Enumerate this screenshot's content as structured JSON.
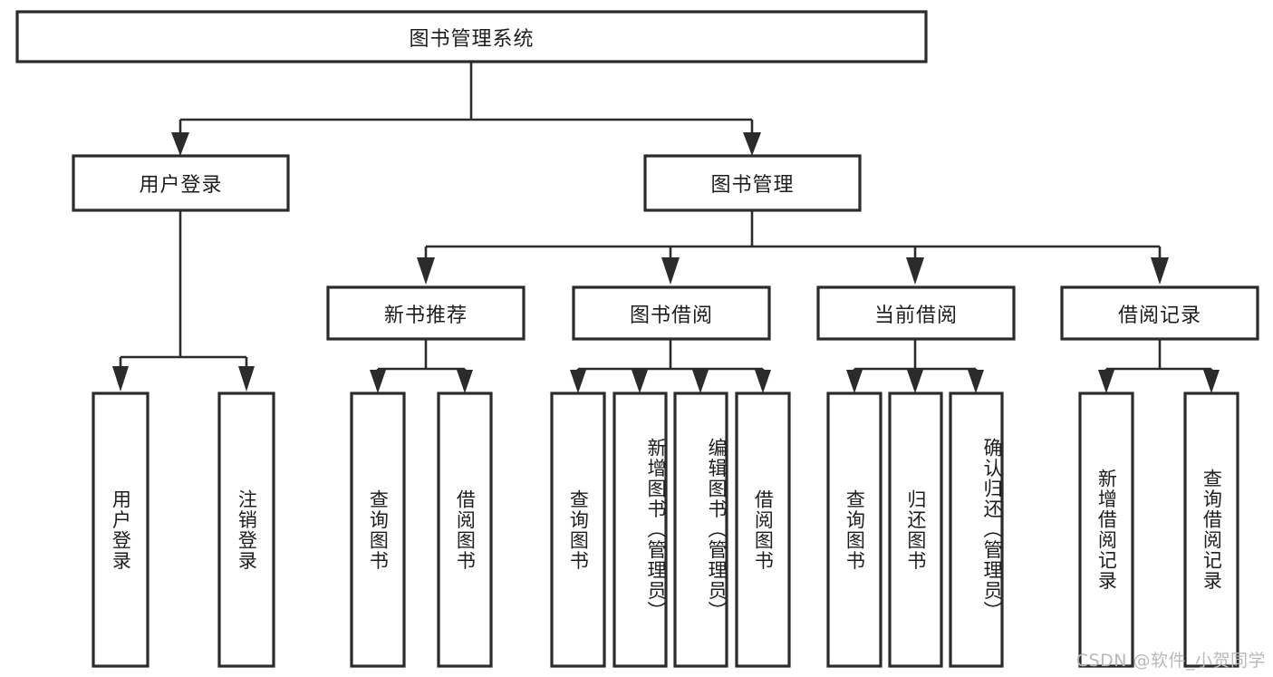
{
  "diagram": {
    "type": "tree-hierarchy",
    "title": "图书管理系统",
    "watermark": "CSDN @软件_小贺同学",
    "colors": {
      "box_stroke": "#2b2b2b",
      "box_fill": "#ffffff",
      "text": "#1d1d1d",
      "background": "#ffffff",
      "watermark": "#b9b9b9"
    },
    "levels": {
      "root": {
        "label": "图书管理系统"
      },
      "level2": [
        {
          "id": "user-login",
          "label": "用户登录"
        },
        {
          "id": "book-management",
          "label": "图书管理"
        }
      ],
      "level3": [
        {
          "id": "new-book-recommend",
          "label": "新书推荐",
          "parent": "book-management"
        },
        {
          "id": "book-borrow",
          "label": "图书借阅",
          "parent": "book-management"
        },
        {
          "id": "current-borrow",
          "label": "当前借阅",
          "parent": "book-management"
        },
        {
          "id": "borrow-record",
          "label": "借阅记录",
          "parent": "book-management"
        }
      ],
      "leaves": [
        {
          "id": "leaf-user-login",
          "label": "用户登录",
          "parent": "user-login"
        },
        {
          "id": "leaf-logout",
          "label": "注销登录",
          "parent": "user-login"
        },
        {
          "id": "leaf-query-book-1",
          "label": "查询图书",
          "parent": "new-book-recommend"
        },
        {
          "id": "leaf-borrow-book-1",
          "label": "借阅图书",
          "parent": "new-book-recommend"
        },
        {
          "id": "leaf-query-book-2",
          "label": "查询图书",
          "parent": "book-borrow"
        },
        {
          "id": "leaf-add-book",
          "label": "新增图书（管理员）",
          "parent": "book-borrow"
        },
        {
          "id": "leaf-edit-book",
          "label": "编辑图书（管理员）",
          "parent": "book-borrow"
        },
        {
          "id": "leaf-borrow-book-2",
          "label": "借阅图书",
          "parent": "book-borrow"
        },
        {
          "id": "leaf-query-book-3",
          "label": "查询图书",
          "parent": "current-borrow"
        },
        {
          "id": "leaf-return-book",
          "label": "归还图书",
          "parent": "current-borrow"
        },
        {
          "id": "leaf-confirm-return",
          "label": "确认归还（管理员）",
          "parent": "current-borrow"
        },
        {
          "id": "leaf-add-record",
          "label": "新增借阅记录",
          "parent": "borrow-record"
        },
        {
          "id": "leaf-query-record",
          "label": "查询借阅记录",
          "parent": "borrow-record"
        }
      ]
    }
  }
}
